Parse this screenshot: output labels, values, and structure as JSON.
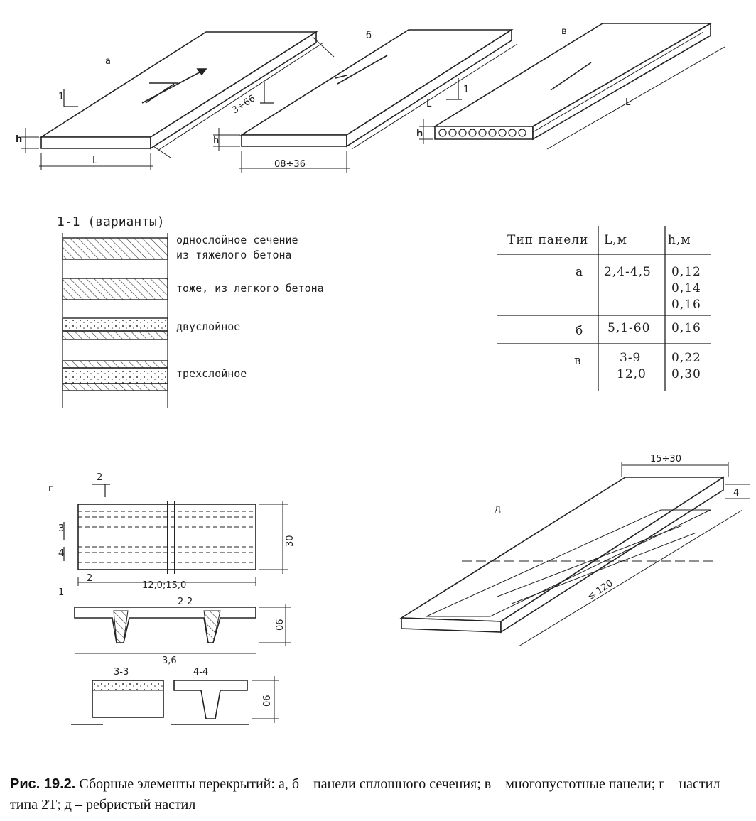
{
  "panels_top": {
    "a": {
      "label": "а",
      "width_dim": "3÷66",
      "length_dim": "L",
      "height_dim": "h",
      "section_mark": "1"
    },
    "b": {
      "label": "б",
      "width_dim": "08÷36",
      "length_dim": "L",
      "height_dim": "h"
    },
    "v": {
      "label": "в",
      "length_dim": "L",
      "height_dim": "h",
      "section_mark": "1"
    }
  },
  "sections": {
    "title": "1-1 (варианты)",
    "items": [
      {
        "label": "однослойное сечение",
        "label2": "из тяжелого бетона"
      },
      {
        "label": "тоже, из легкого бетона"
      },
      {
        "label": "двуслойное"
      },
      {
        "label": "трехслойное"
      }
    ]
  },
  "table": {
    "headers": [
      "Тип панели",
      "L,м",
      "h,м"
    ],
    "rows": [
      {
        "type": "а",
        "L": "2,4-4,5",
        "h": [
          "0,12",
          "0,14",
          "0,16"
        ]
      },
      {
        "type": "б",
        "L": "5,1-60",
        "h": [
          "0,16"
        ]
      },
      {
        "type": "в",
        "L": [
          "3-9",
          "12,0"
        ],
        "h": [
          "0,22",
          "0,30"
        ]
      }
    ]
  },
  "g": {
    "label": "г",
    "mark2": "2",
    "mark3": "3",
    "mark4": "4",
    "mark1": "1",
    "dim_height": "30",
    "dim_length": "12,0;15,0",
    "dim_2": "2",
    "section22": "2-2",
    "dim_06": "06",
    "dim_36": "3,6",
    "section33": "3-3",
    "section44": "4-4",
    "dim_06b": "06"
  },
  "d": {
    "label": "д",
    "dim_width": "15÷30",
    "dim_h": "4",
    "dim_length": "≤ 120"
  },
  "caption": {
    "bold": "Рис. 19.2.",
    "text": " Сборные элементы перекрытий: а, б – панели сплошного сечения; в – многопустотные панели; г  – настил типа 2Т; д – ребристый настил"
  }
}
